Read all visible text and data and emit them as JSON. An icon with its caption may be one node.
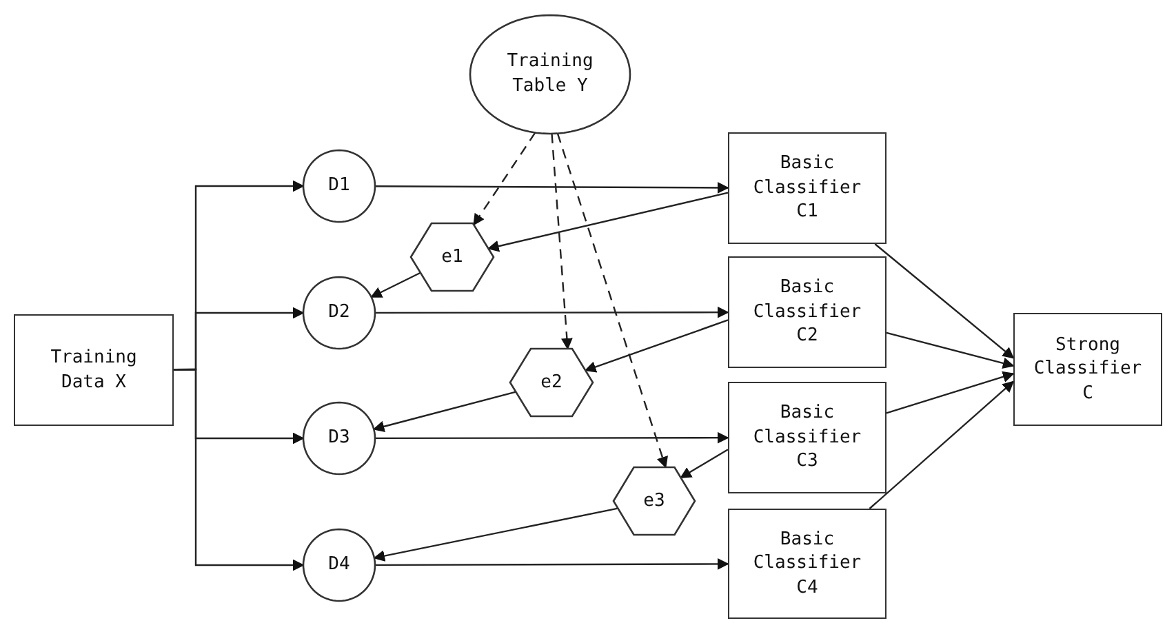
{
  "diagram": {
    "nodes": [
      {
        "text": [
          "Training Table Y"
        ]
      },
      {
        "text": [
          "Training Data X"
        ]
      },
      {
        "text": [
          "D1"
        ]
      },
      {
        "text": [
          "D2"
        ]
      },
      {
        "text": [
          "D3"
        ]
      },
      {
        "text": [
          "D4"
        ]
      },
      {
        "text": [
          "e1"
        ]
      },
      {
        "text": [
          "e2"
        ]
      },
      {
        "text": [
          "e3"
        ]
      },
      {
        "text": [
          "Basic Classifier C1"
        ]
      },
      {
        "text": [
          "Basic Classifier C2"
        ]
      },
      {
        "text": [
          "Basic Classifier C3"
        ]
      },
      {
        "text": [
          "Basic Classifier C4"
        ]
      },
      {
        "text": [
          "Strong Classifier C"
        ]
      }
    ],
    "edges": [
      {
        "from": 1,
        "to": 2,
        "arrow": "to"
      },
      {
        "from": 1,
        "to": 3,
        "arrow": "to"
      },
      {
        "from": 1,
        "to": 4,
        "arrow": "to"
      },
      {
        "from": 1,
        "to": 5,
        "arrow": "to"
      },
      {
        "from": 2,
        "to": 9,
        "arrow": "to"
      },
      {
        "from": 3,
        "to": 10,
        "arrow": "to"
      },
      {
        "from": 4,
        "to": 11,
        "arrow": "to"
      },
      {
        "from": 5,
        "to": 12,
        "arrow": "to"
      },
      {
        "from": 9,
        "to": 6,
        "arrow": "to"
      },
      {
        "from": 10,
        "to": 7,
        "arrow": "to"
      },
      {
        "from": 11,
        "to": 8,
        "arrow": "to"
      },
      {
        "from": 6,
        "to": 3,
        "arrow": "to"
      },
      {
        "from": 7,
        "to": 4,
        "arrow": "to"
      },
      {
        "from": 8,
        "to": 5,
        "arrow": "to"
      },
      {
        "from": 0,
        "to": 6,
        "arrow": "to",
        "style": "dashed"
      },
      {
        "from": 0,
        "to": 7,
        "arrow": "to",
        "style": "dashed"
      },
      {
        "from": 0,
        "to": 8,
        "arrow": "to",
        "style": "dashed"
      },
      {
        "from": 9,
        "to": 13,
        "arrow": "to"
      },
      {
        "from": 10,
        "to": 13,
        "arrow": "to"
      },
      {
        "from": 11,
        "to": 13,
        "arrow": "to"
      },
      {
        "from": 12,
        "to": 13,
        "arrow": "to"
      }
    ]
  }
}
